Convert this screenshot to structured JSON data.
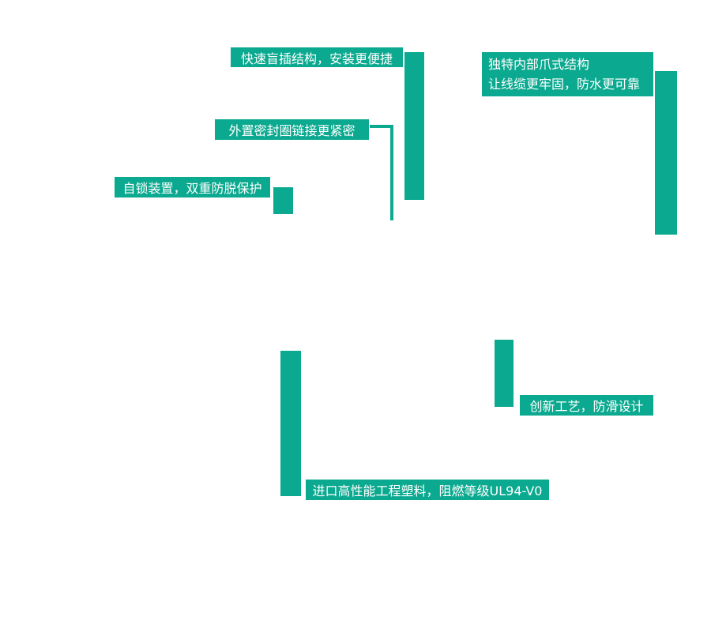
{
  "colors": {
    "accent": "#0BA98F",
    "label_text": "#FFFFFF",
    "background": "#FFFFFF"
  },
  "callouts": {
    "blind_plug": {
      "label": "快速盲插结构，安装更便捷"
    },
    "seal_ring": {
      "label": "外置密封圈链接更紧密"
    },
    "self_lock": {
      "label": "自锁装置，双重防脱保护"
    },
    "claw_structure": {
      "line1": "独特内部爪式结构",
      "line2": "让线缆更牢固，防水更可靠"
    },
    "anti_slip": {
      "label": "创新工艺，防滑设计"
    },
    "material": {
      "label": "进口高性能工程塑料，阻燃等级UL94-V0"
    }
  }
}
